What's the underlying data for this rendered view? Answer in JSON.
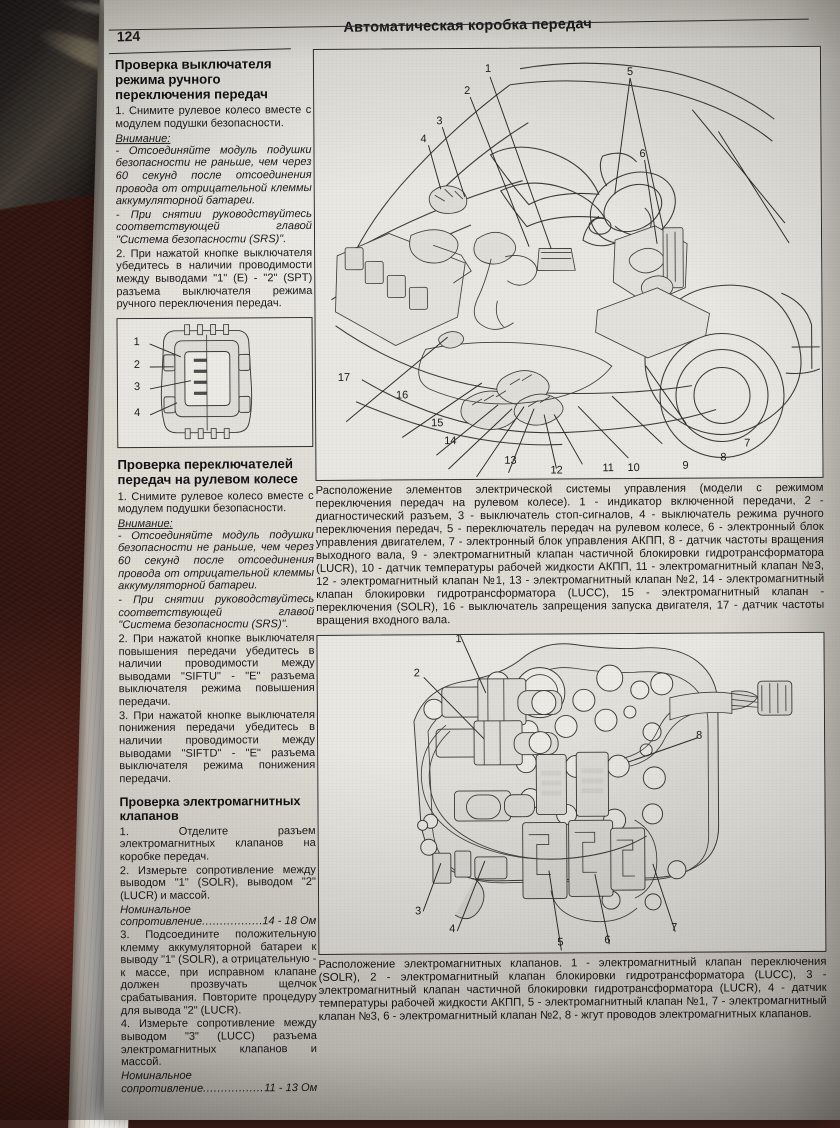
{
  "page": {
    "number": "124",
    "header_title": "Автоматическая коробка передач"
  },
  "left_column": {
    "section1": {
      "heading": "Проверка выключателя режима ручного переключения передач",
      "step1": "1. Снимите рулевое колесо вместе с модулем подушки безопасности.",
      "warning_label": "Внимание:",
      "warning1": "- Отсоединяйте модуль подушки безопасности не раньше, чем через 60 секунд после отсоединения провода от отрицательной клеммы аккумуляторной батареи.",
      "warning2": "- При снятии руководствуйтесь соответствующей главой \"Система безопасности (SRS)\".",
      "step2": "2. При нажатой кнопке выключателя убедитесь в наличии проводимости между выводами \"1\" (E) - \"2\" (SPT) разъема выключателя режима ручного переключения передач."
    },
    "connector_figure": {
      "callouts": [
        "1",
        "2",
        "3",
        "4"
      ]
    },
    "section2": {
      "heading": "Проверка переключателей передач на рулевом колесе",
      "step1": "1. Снимите рулевое колесо вместе с модулем подушки безопасности.",
      "warning_label": "Внимание:",
      "warning1": "- Отсоединяйте модуль подушки безопасности не раньше, чем через 60 секунд после отсоединения провода от отрицательной клеммы аккумуляторной батареи.",
      "warning2": "- При снятии руководствуйтесь соответствующей главой \"Система безопасности (SRS)\".",
      "step2": "2. При нажатой кнопке выключателя повышения передачи убедитесь в наличии проводимости между выводами \"SIFTU\" - \"E\" разъема выключателя режима повышения передачи.",
      "step3": "3. При нажатой кнопке выключателя понижения передачи убедитесь в наличии проводимости между выводами \"SIFTD\" - \"E\" разъема выключателя режима понижения передачи."
    },
    "section3": {
      "heading": "Проверка электромагнитных клапанов",
      "step1": "1. Отделите разъем электромагнитных клапанов на коробке передач.",
      "step2": "2. Измерьте сопротивление между выводом \"1\" (SOLR), выводом \"2\" (LUCR) и массой.",
      "nominal_label1": "Номинальное",
      "nominal_line1": "сопротивление",
      "nominal_value1": "14 - 18 Ом",
      "step3": "3. Подсоедините положительную клемму аккумуляторной батареи к выводу \"1\" (SOLR), а отрицательную - к массе, при исправном клапане должен прозвучать щелчок срабатывания. Повторите процедуру для вывода \"2\" (LUCR).",
      "step4": "4. Измерьте сопротивление между выводом \"3\" (LUCC) разъема электромагнитных клапанов и массой.",
      "nominal_label2": "Номинальное",
      "nominal_line2": "сопротивление",
      "nominal_value2": "11 - 13 Ом"
    }
  },
  "right_column": {
    "figure1": {
      "callouts": [
        "1",
        "2",
        "3",
        "4",
        "5",
        "6",
        "7",
        "8",
        "9",
        "10",
        "11",
        "12",
        "13",
        "14",
        "15",
        "16",
        "17"
      ],
      "caption": "Расположение элементов электрической системы управления (модели с режимом переключения передач на рулевом колесе). 1 - индикатор включенной передачи, 2 - диагностический разъем, 3 - выключатель стоп-сигналов, 4 - выключатель режима ручного переключения передач, 5 - переключатель передач на рулевом колесе, 6 - электронный блок управления двигателем, 7 - электронный блок управления АКПП, 8 - датчик частоты вращения выходного вала, 9 - электромагнитный клапан частичной блокировки гидротрансформатора (LUCR), 10 - датчик температуры рабочей жидкости АКПП, 11 - электромагнитный клапан №3, 12 - электромагнитный клапан №1, 13 - электромагнитный клапан №2, 14 - электромагнитный клапан блокировки гидротрансформатора (LUCC), 15 - электромагнитный клапан - переключения (SOLR), 16 - выключатель запрещения запуска двигателя, 17 - датчик частоты вращения входного вала."
    },
    "figure2": {
      "callouts": [
        "1",
        "2",
        "3",
        "4",
        "5",
        "6",
        "7",
        "8"
      ],
      "caption": "Расположение электромагнитных клапанов. 1 - электромагнитный клапан переключения (SOLR), 2 - электромагнитный клапан блокировки гидротрансформатора (LUCC), 3 - электромагнитный клапан частичной блокировки гидротрансформатора (LUCR), 4 - датчик температуры рабочей жидкости АКПП, 5 - электромагнитный клапан №1, 7 - электромагнитный клапан №3, 6 - электромагнитный клапан №2, 8 - жгут проводов электромагнитных клапанов."
    }
  },
  "colors": {
    "paper": "#eeece6",
    "ink": "#19191a",
    "backdrop": "#4a1d16"
  }
}
